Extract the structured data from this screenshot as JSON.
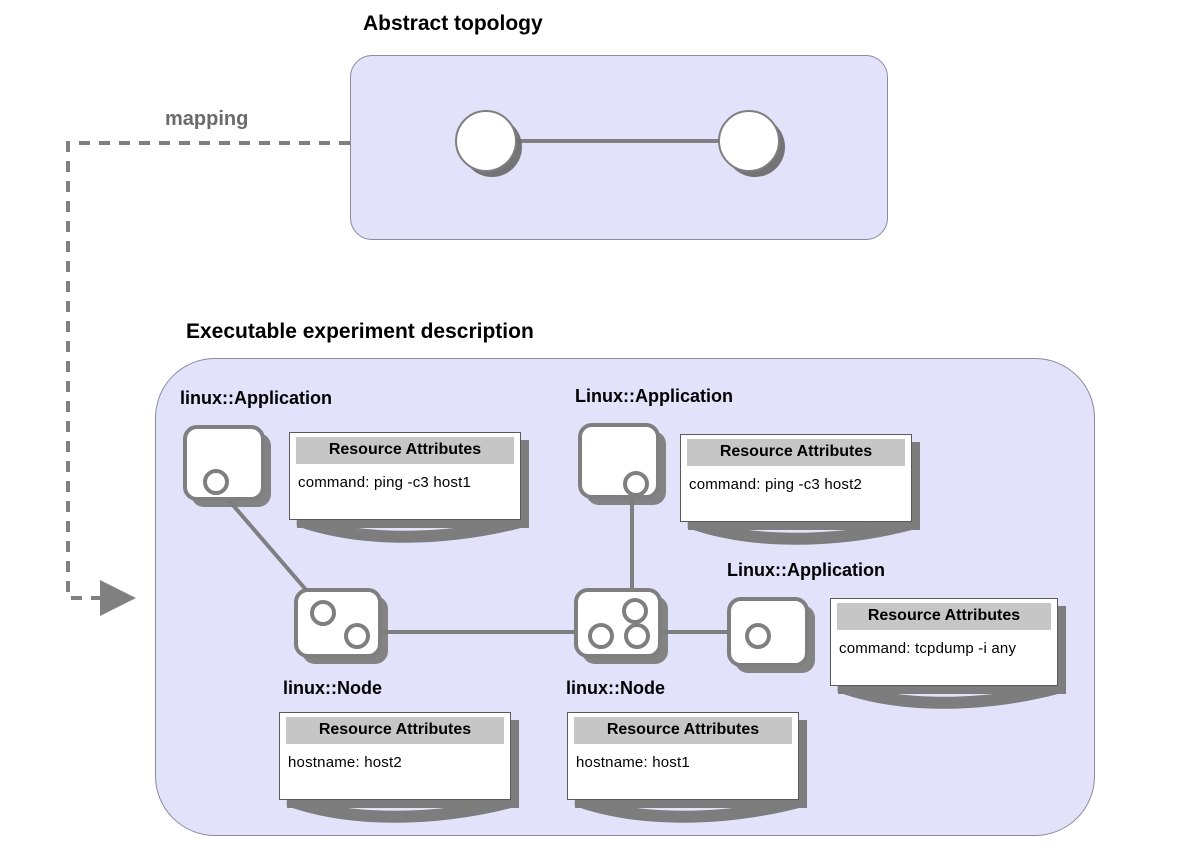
{
  "diagram": {
    "title_top": "Abstract topology",
    "title_main": "Executable experiment description",
    "mapping_label": "mapping",
    "colors": {
      "panel_fill": "#e2e2fa",
      "panel_stroke": "#8a8aa0",
      "line": "#7f7f7f",
      "note_header": "#c6c6c6",
      "note_fill": "#ffffff",
      "shadow": "#7d7d7d",
      "dashed": "#808080"
    }
  },
  "abstract_topology": {
    "nodes": [
      {
        "id": "a1",
        "label": ""
      },
      {
        "id": "a2",
        "label": ""
      }
    ],
    "links": [
      {
        "from": "a1",
        "to": "a2"
      }
    ]
  },
  "experiment": {
    "note_header": "Resource Attributes",
    "components": [
      {
        "id": "app1",
        "label": "linux::Application",
        "note": {
          "header": "Resource Attributes",
          "attribute": "command: ping -c3 host1"
        }
      },
      {
        "id": "app2",
        "label": "Linux::Application",
        "note": {
          "header": "Resource Attributes",
          "attribute": "command: ping -c3 host2"
        }
      },
      {
        "id": "app3",
        "label": "Linux::Application",
        "note": {
          "header": "Resource Attributes",
          "attribute": "command: tcpdump -i any"
        }
      },
      {
        "id": "node1",
        "label": "linux::Node",
        "note": {
          "header": "Resource Attributes",
          "attribute": "hostname: host2"
        }
      },
      {
        "id": "node2",
        "label": "linux::Node",
        "note": {
          "header": "Resource Attributes",
          "attribute": "hostname: host1"
        }
      }
    ]
  }
}
